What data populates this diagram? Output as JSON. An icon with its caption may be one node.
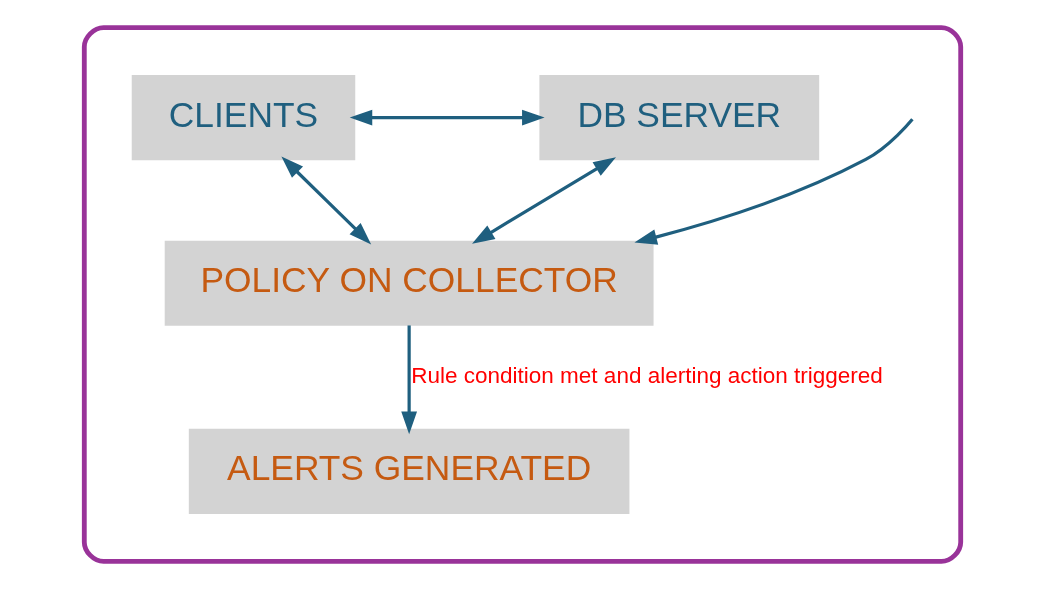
{
  "diagram": {
    "nodes": [
      {
        "text": [],
        "shape": "box"
      },
      {
        "text": [
          "CLIENTS"
        ],
        "in": 0
      },
      {
        "text": [
          "DB SERVER"
        ],
        "in": 0
      },
      {
        "text": [
          "POLICY ON COLLECTOR"
        ],
        "in": 0
      },
      {
        "text": [
          "ALERTS GENERATED"
        ],
        "in": 0
      }
    ],
    "edges": [
      {
        "from": 1,
        "to": 2,
        "arrow": "both"
      },
      {
        "from": 1,
        "to": 3,
        "arrow": "both"
      },
      {
        "from": 2,
        "to": 3,
        "arrow": "both"
      },
      {
        "from": 3,
        "to": 4,
        "arrow": "to",
        "label": "Rule condition met and alerting action triggered"
      },
      {
        "from": null,
        "to": 3,
        "arrow": "to"
      }
    ]
  }
}
